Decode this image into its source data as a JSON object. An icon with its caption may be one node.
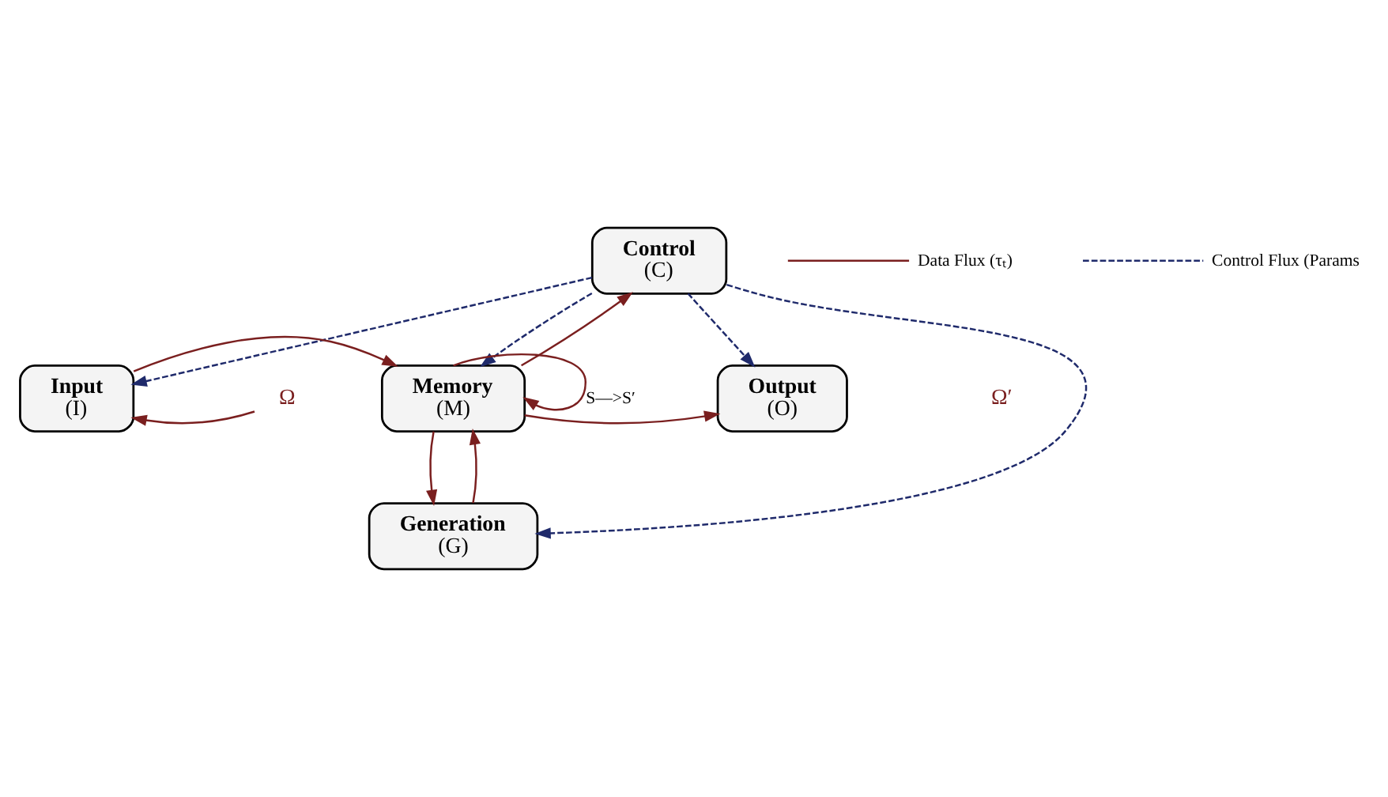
{
  "diagram": {
    "nodes": [
      {
        "text": [
          "Control",
          "(C)"
        ]
      },
      {
        "text": [
          "Ω"
        ]
      },
      {
        "text": [
          "Input",
          "(I)"
        ]
      },
      {
        "text": [
          "Memory",
          "(M)"
        ]
      },
      {
        "text": [
          "Output",
          "(O)"
        ]
      },
      {
        "text": [
          "Generation",
          "(G)"
        ]
      }
    ],
    "edges": [
      {
        "from": 1,
        "to": 2,
        "arrow": "to"
      },
      {
        "from": 2,
        "to": 3,
        "arrow": "to"
      },
      {
        "from": 3,
        "to": 0,
        "arrow": "to"
      },
      {
        "from": 0,
        "to": 2,
        "arrow": "to",
        "style": "dashed",
        "color": "#1f2a6b"
      },
      {
        "from": 0,
        "to": 3,
        "arrow": "to",
        "style": "dashed",
        "color": "#1f2a6b"
      },
      {
        "from": 0,
        "to": 4,
        "arrow": "to",
        "style": "dashed",
        "color": "#1f2a6b"
      },
      {
        "from": 0,
        "to": 5,
        "arrow": "to",
        "style": "dashed",
        "color": "#1f2a6b"
      },
      {
        "from": 3,
        "to": 3,
        "label": "S—>S′",
        "arrow": "to"
      },
      {
        "from": 3,
        "to": 4,
        "arrow": "to"
      },
      {
        "from": 3,
        "to": 5,
        "arrow": "to"
      },
      {
        "from": 5,
        "to": 3,
        "arrow": "to"
      }
    ],
    "labels": [
      "Ω′"
    ],
    "legend": [
      {
        "text": "Data Flux (τₜ)"
      },
      {
        "text": "Control Flux (Params"
      }
    ]
  }
}
